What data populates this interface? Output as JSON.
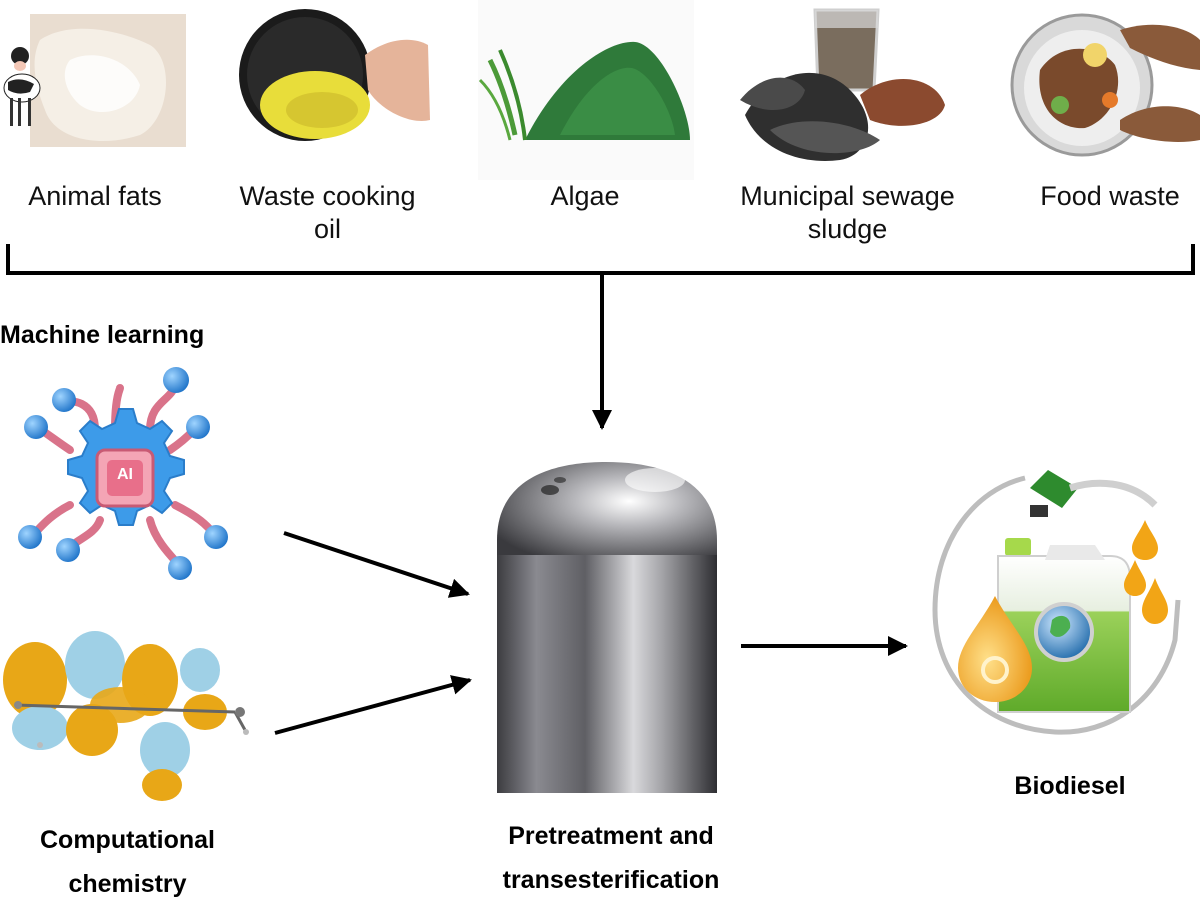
{
  "feedstocks": [
    {
      "label": "Animal fats",
      "icon": "cow-and-fat-photo"
    },
    {
      "label": "Waste cooking\noil",
      "icon": "cooking-oil-pan-photo"
    },
    {
      "label": "Algae",
      "icon": "algae-powder-photo"
    },
    {
      "label": "Municipal sewage\nsludge",
      "icon": "sewage-sludge-photo"
    },
    {
      "label": "Food waste",
      "icon": "food-waste-plate-photo"
    }
  ],
  "inputs": {
    "machine_learning": {
      "label": "Machine learning",
      "chip_text": "AI",
      "icon": "ai-gear-icon"
    },
    "computational_chemistry": {
      "label": "Computational\nchemistry",
      "icon": "molecular-orbital-icon"
    }
  },
  "process": {
    "label": "Pretreatment and\ntransesterification",
    "icon": "reactor-vessel-icon"
  },
  "product": {
    "label": "Biodiesel",
    "icon": "biodiesel-canister-icon"
  },
  "colors": {
    "arrow": "#000000",
    "ai_blue": "#3d9be9",
    "ai_pink": "#d9738a",
    "orbital_gold": "#e8a717",
    "orbital_blue": "#9fd0e6",
    "fuel_green": "#7cc13a",
    "oil_orange": "#f2a516"
  }
}
